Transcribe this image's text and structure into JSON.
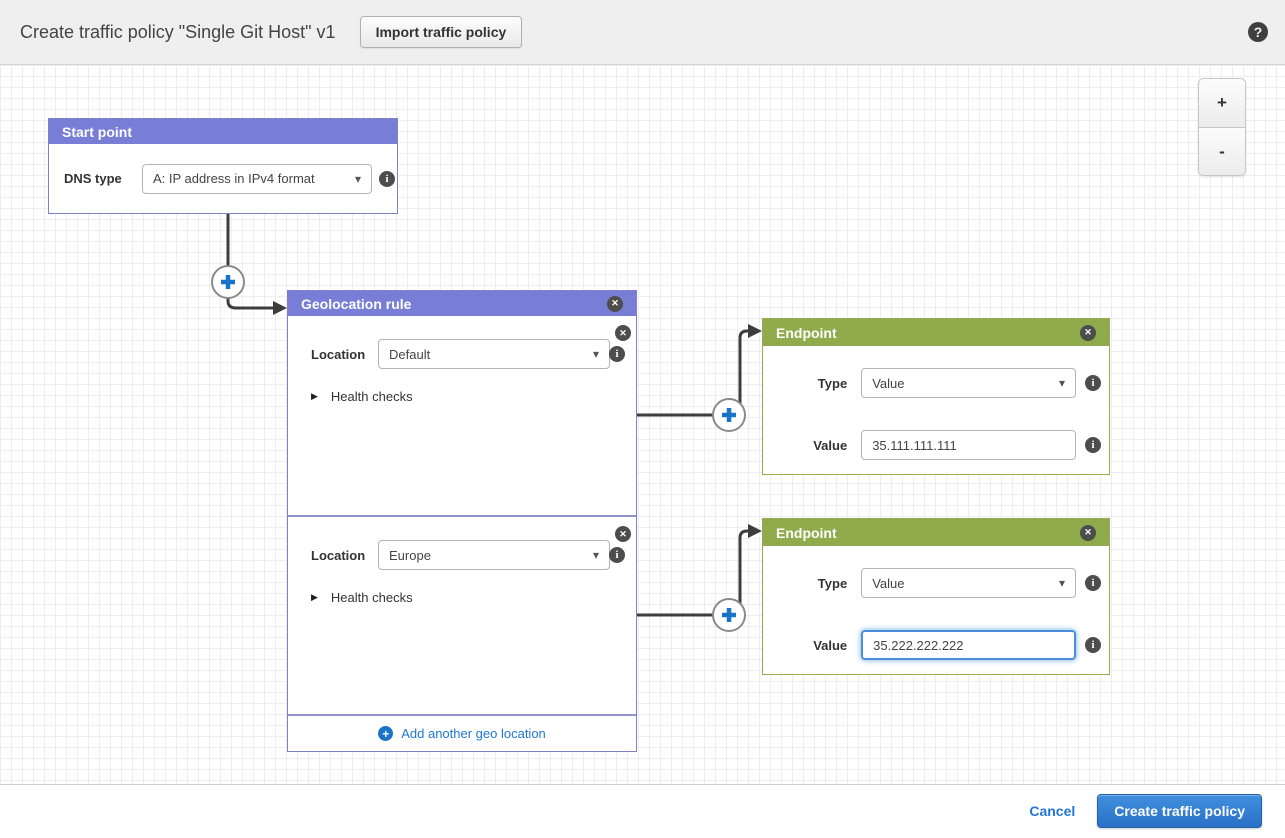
{
  "header": {
    "title": "Create traffic policy \"Single Git Host\" v1",
    "import_button_label": "Import traffic policy"
  },
  "zoom_controls": {
    "zoom_in_label": "+",
    "zoom_out_label": "-"
  },
  "start_point": {
    "title": "Start point",
    "dns_type_label": "DNS type",
    "dns_type_value": "A: IP address in IPv4 format"
  },
  "geo_rule": {
    "title": "Geolocation rule",
    "location_label": "Location",
    "health_checks_label": "Health checks",
    "add_link_label": "Add another geo location",
    "locations": [
      {
        "value": "Default"
      },
      {
        "value": "Europe"
      }
    ]
  },
  "endpoints": [
    {
      "title": "Endpoint",
      "type_label": "Type",
      "type_value": "Value",
      "value_label": "Value",
      "value": "35.111.111.111",
      "focused": false
    },
    {
      "title": "Endpoint",
      "type_label": "Type",
      "type_value": "Value",
      "value_label": "Value",
      "value": "35.222.222.222",
      "focused": true
    }
  ],
  "footer": {
    "cancel_label": "Cancel",
    "create_button_label": "Create traffic policy"
  },
  "icons": {
    "close": "✕",
    "info": "i",
    "help": "?",
    "caret": "▾",
    "triangle_right": "▶",
    "plus": "+"
  },
  "colors": {
    "rule_header_purple": "#787dd6",
    "endpoint_header_green": "#90ab4b",
    "accent_blue": "#1a73c8",
    "link_blue": "#2277d4",
    "wire_dark": "#3d3d3d"
  }
}
